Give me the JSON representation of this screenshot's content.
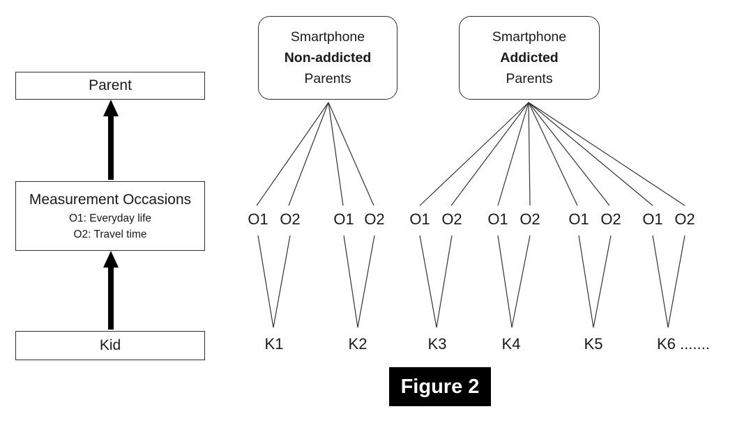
{
  "left_flow": {
    "parent_label": "Parent",
    "measurement_title": "Measurement Occasions",
    "measurement_sub1": "O1: Everyday life",
    "measurement_sub2": "O2: Travel time",
    "kid_label": "Kid"
  },
  "groups": [
    {
      "line1": "Smartphone",
      "emphasis": "Non-addicted",
      "line3": "Parents"
    },
    {
      "line1": "Smartphone",
      "emphasis": "Addicted",
      "line3": "Parents"
    }
  ],
  "occasions": [
    "O1",
    "O2",
    "O1",
    "O2",
    "O1",
    "O2",
    "O1",
    "O2",
    "O1",
    "O2",
    "O1",
    "O2"
  ],
  "kids": [
    "K1",
    "K2",
    "K3",
    "K4",
    "K5",
    "K6 ......."
  ],
  "caption": {
    "label": "Figure 2"
  },
  "colors": {
    "background": "#ffffff",
    "text": "#1a1a1a",
    "thin_line": "#333333",
    "arrow": "#000000",
    "box_border": "#2e2e2e",
    "caption_bg": "#000000",
    "caption_text": "#ffffff"
  }
}
